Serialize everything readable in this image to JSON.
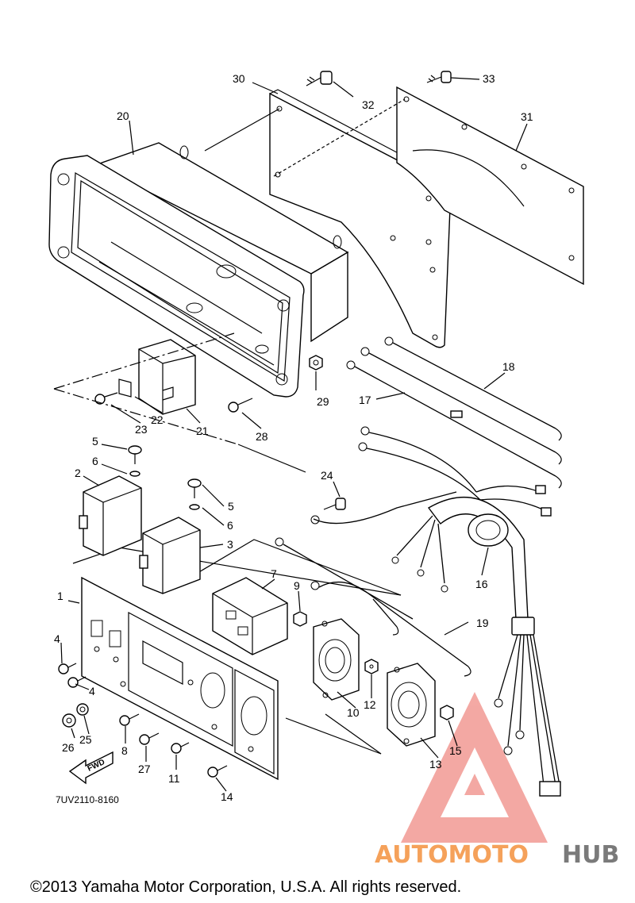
{
  "diagram": {
    "part_numbers": [
      "1",
      "2",
      "3",
      "4",
      "4",
      "5",
      "5",
      "6",
      "6",
      "7",
      "8",
      "9",
      "10",
      "11",
      "12",
      "13",
      "14",
      "15",
      "16",
      "17",
      "18",
      "19",
      "20",
      "21",
      "22",
      "23",
      "24",
      "25",
      "26",
      "27",
      "28",
      "29",
      "30",
      "31",
      "32",
      "33"
    ],
    "diagram_code": "7UV2110-8160",
    "fwd_label": "FWD",
    "copyright": "©2013 Yamaha Motor Corporation, U.S.A. All rights reserved.",
    "watermark": {
      "part1": "AUTOMOTO",
      "part2": "HUB",
      "color1": "#f5a15a",
      "color2": "#7a7a7a",
      "logo_color": "#f29a94"
    }
  }
}
